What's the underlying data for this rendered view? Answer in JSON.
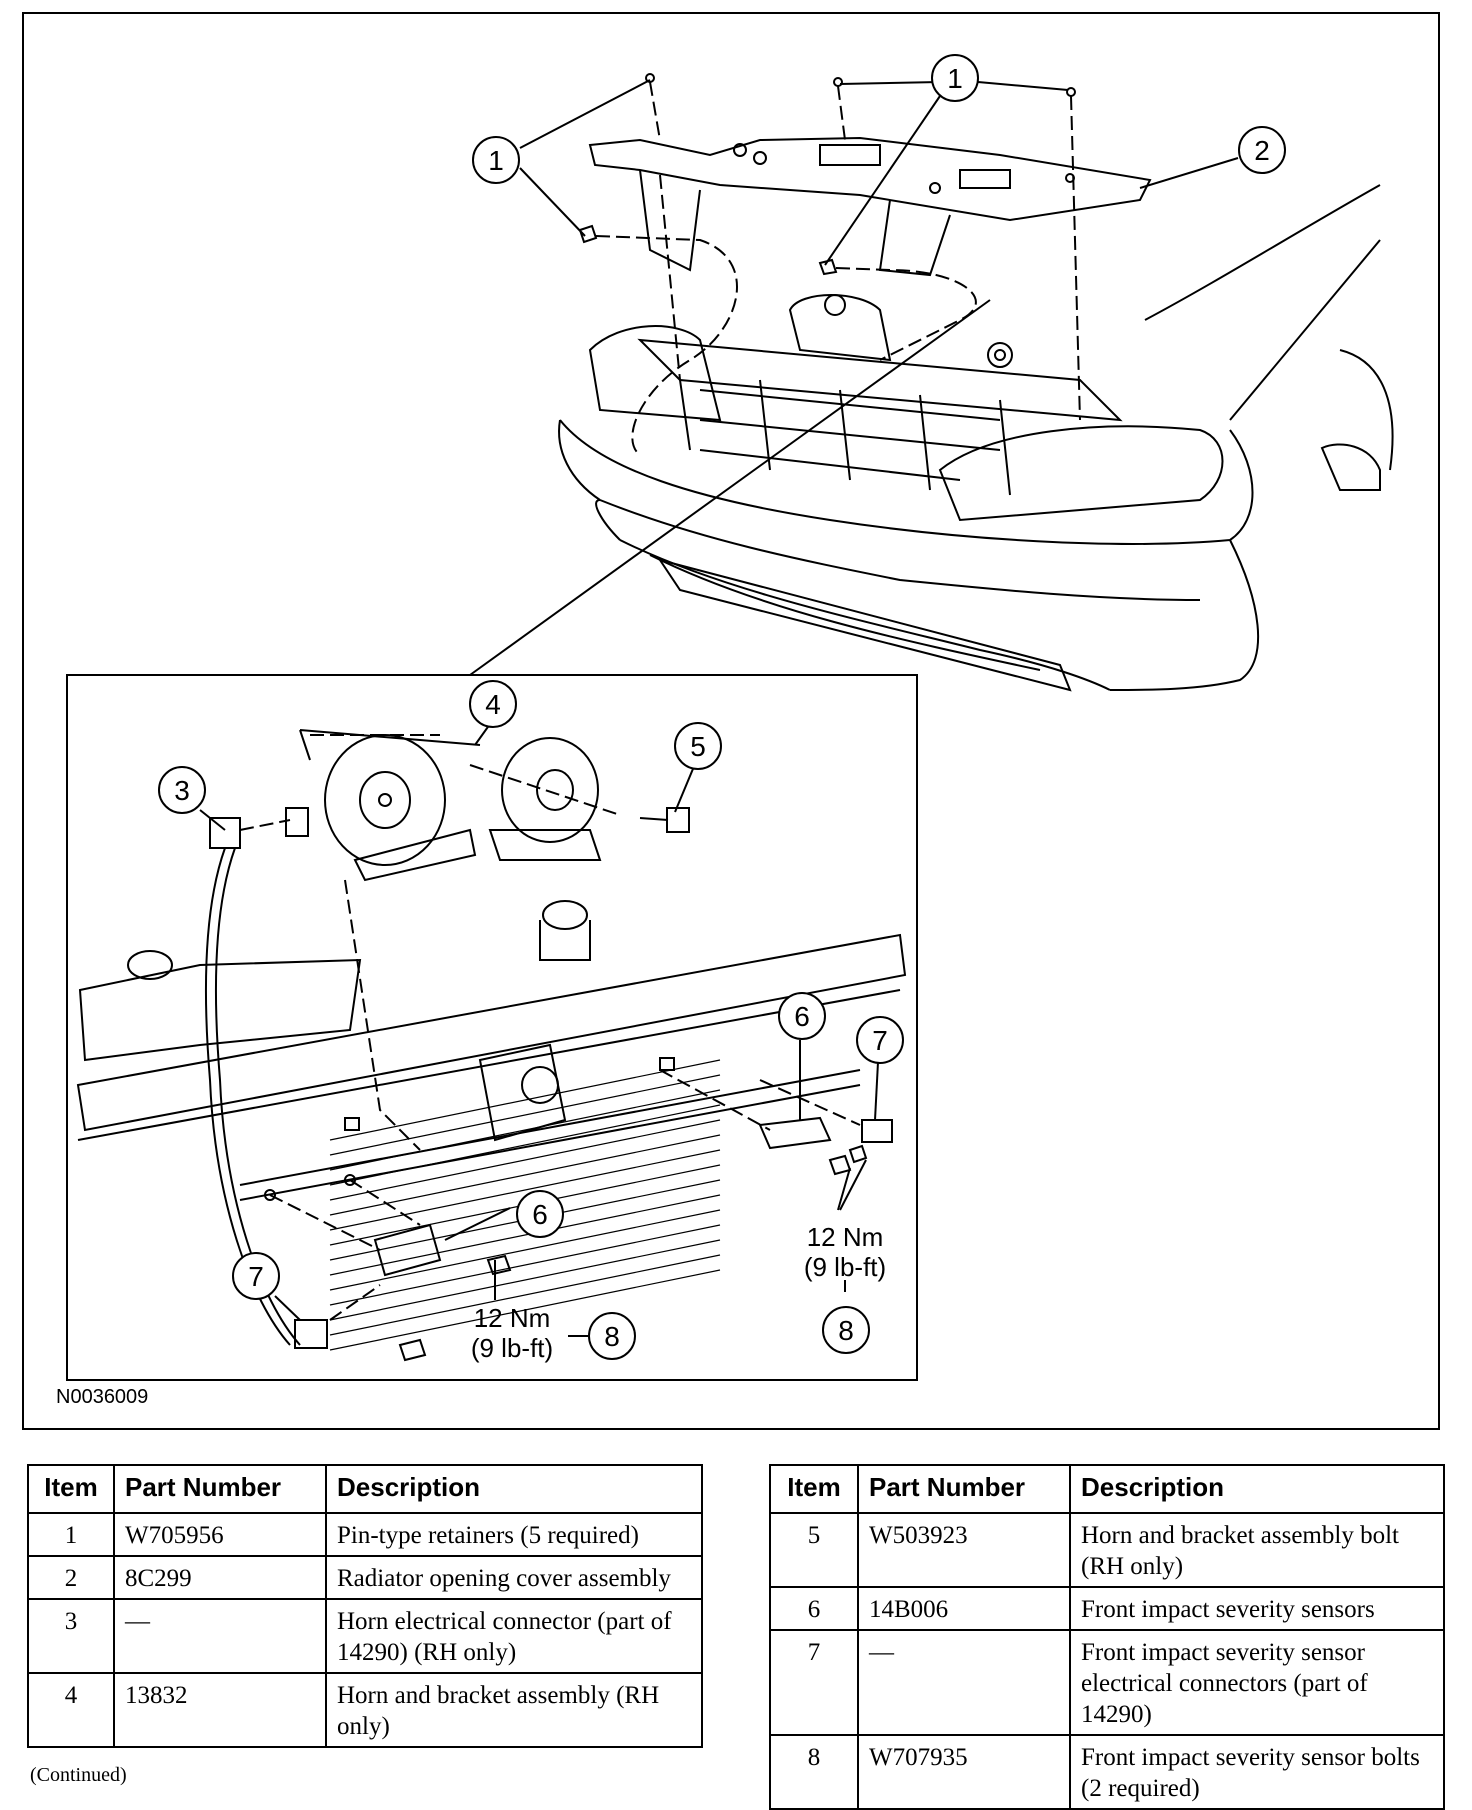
{
  "figure": {
    "id": "N0036009",
    "callouts": {
      "c1": "1",
      "c2": "2",
      "c3": "3",
      "c4": "4",
      "c5": "5",
      "c6": "6",
      "c7": "7",
      "c8": "8"
    },
    "torque": {
      "left": {
        "nm": "12 Nm",
        "lbft": "(9 lb-ft)"
      },
      "right": {
        "nm": "12 Nm",
        "lbft": "(9 lb-ft)"
      }
    }
  },
  "tables": {
    "headers": {
      "item": "Item",
      "part_number": "Part Number",
      "description": "Description"
    },
    "left_rows": [
      {
        "item": "1",
        "part": "W705956",
        "desc": "Pin-type retainers (5 required)"
      },
      {
        "item": "2",
        "part": "8C299",
        "desc": "Radiator opening cover assembly"
      },
      {
        "item": "3",
        "part": "—",
        "desc": "Horn electrical connector (part of 14290) (RH only)"
      },
      {
        "item": "4",
        "part": "13832",
        "desc": "Horn and bracket assembly (RH only)"
      }
    ],
    "right_rows": [
      {
        "item": "5",
        "part": "W503923",
        "desc": "Horn and bracket assembly bolt (RH only)"
      },
      {
        "item": "6",
        "part": "14B006",
        "desc": "Front impact severity sensors"
      },
      {
        "item": "7",
        "part": "—",
        "desc": "Front impact severity sensor electrical connectors (part of 14290)"
      },
      {
        "item": "8",
        "part": "W707935",
        "desc": "Front impact severity sensor bolts (2 required)"
      }
    ]
  },
  "footer": {
    "continued": "(Continued)"
  }
}
